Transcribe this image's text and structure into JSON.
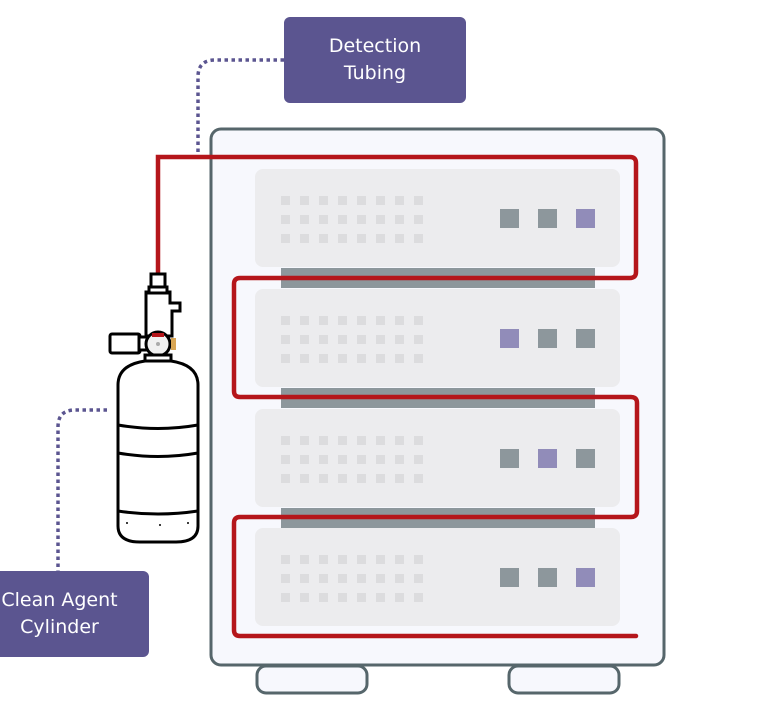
{
  "labels": {
    "detection_tubing": {
      "line1": "Detection",
      "line2": "Tubing"
    },
    "clean_agent_cylinder": {
      "line1": "Clean Agent",
      "line2": "Cylinder"
    }
  },
  "colors": {
    "label_bg": "#5b5590",
    "label_text": "#ffffff",
    "tubing": "#b5161b",
    "leader_dots": "#5b5590",
    "cabinet_border": "#56666b",
    "cabinet_fill": "#f7f8fd",
    "unit_fill": "#ececee",
    "vent": "#dcdcde",
    "rail": "#8d979c",
    "indicator_gray": "#8d979c",
    "indicator_purple": "#918cb9",
    "cylinder_outline": "#000000"
  },
  "rack_units": [
    {
      "name": "unit-1",
      "indicators": [
        "gray",
        "gray",
        "purple"
      ]
    },
    {
      "name": "unit-2",
      "indicators": [
        "purple",
        "gray",
        "gray"
      ]
    },
    {
      "name": "unit-3",
      "indicators": [
        "gray",
        "purple",
        "gray"
      ]
    },
    {
      "name": "unit-4",
      "indicators": [
        "gray",
        "gray",
        "purple"
      ]
    }
  ],
  "vent_grid": {
    "rows": 3,
    "cols": 8
  }
}
